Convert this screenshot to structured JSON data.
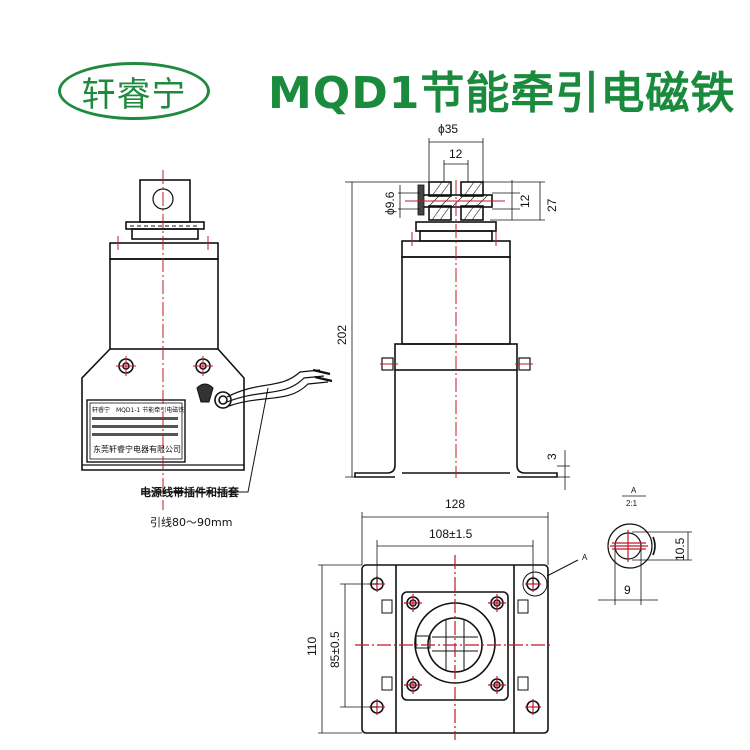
{
  "header": {
    "logo_text": "轩睿宁",
    "title": "MQD1节能牵引电磁铁",
    "brand_color": "#1f8a3e"
  },
  "front_view": {
    "nameplate": {
      "brand": "轩睿宁",
      "model_line": "MQD1-1 节能牵引电磁铁",
      "company": "东莞轩睿宁电器有限公司"
    },
    "callout_plug": "电源线带插件和插套",
    "callout_lead": "引线80～90mm"
  },
  "side_view": {
    "dim_phi35": "ϕ35",
    "dim_12_top": "12",
    "dim_phi9_6": "ϕ9.6",
    "dim_12_right": "12",
    "dim_27": "27",
    "dim_202": "202",
    "dim_3": "3"
  },
  "bottom_view": {
    "dim_128": "128",
    "dim_108": "108±1.5",
    "dim_110": "110",
    "dim_85": "85±0.5",
    "detail_marker": "A"
  },
  "detail_view": {
    "label_top": "A",
    "label_scale": "2:1",
    "dim_10_5": "10.5",
    "dim_9": "9"
  },
  "colors": {
    "line": "#111111",
    "centerline": "#c0182a",
    "green": "#1f8a3e"
  }
}
